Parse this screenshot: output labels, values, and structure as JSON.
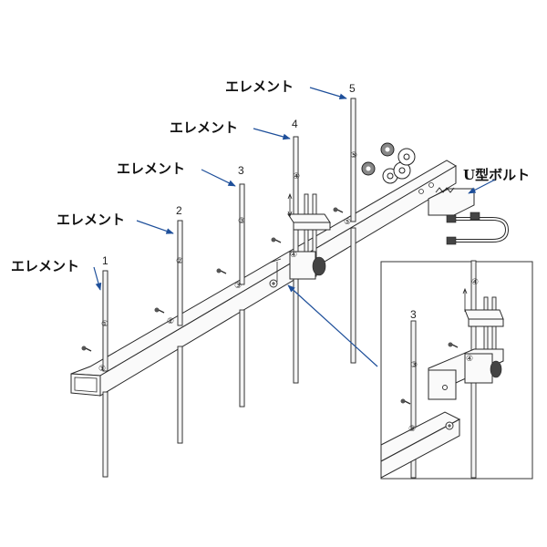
{
  "labels": {
    "element": "エレメント",
    "ubolt": "U型ボルト"
  },
  "elements": [
    {
      "number": "1",
      "circled": "①"
    },
    {
      "number": "2",
      "circled": "②"
    },
    {
      "number": "3",
      "circled": "③"
    },
    {
      "number": "4",
      "circled": "④"
    },
    {
      "number": "5",
      "circled": "⑤"
    }
  ],
  "inset": {
    "number": "3",
    "circled_a": "③",
    "circled_b": "③",
    "circled_c": "④",
    "circled_d": "④"
  },
  "colors": {
    "arrow": "#1e4f9a",
    "line": "#2a2a2a",
    "label": "#111111"
  }
}
